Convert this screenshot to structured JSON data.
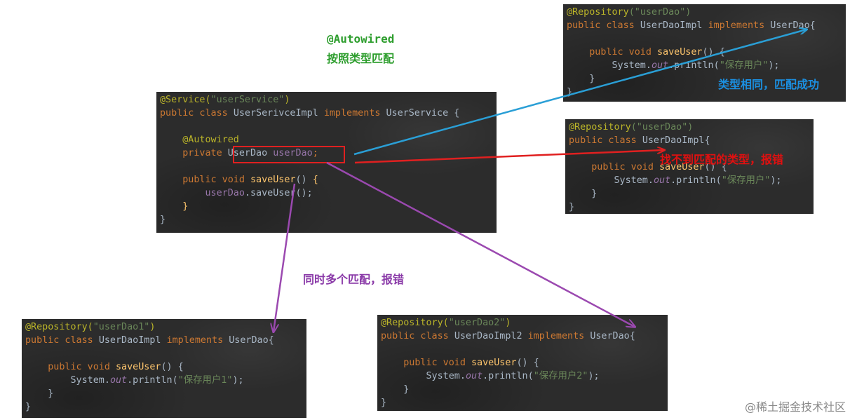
{
  "title": {
    "line1": "@Autowired",
    "line2": "按照类型匹配"
  },
  "labels": {
    "success": "类型相同，匹配成功",
    "not_found": "找不到匹配的类型，报错",
    "multiple": "同时多个匹配，报错"
  },
  "watermark": "@稀土掘金技术社区",
  "colors": {
    "blue_arrow": "#2a9fd6",
    "red_arrow": "#e02020",
    "purple_arrow": "#9b49b0",
    "title_green": "#2e9e2e",
    "success_blue": "#1b8fe0",
    "error_red": "#e01010",
    "multiple_purple": "#8a3aa8"
  },
  "service_code": {
    "l1_ann": "@Service(",
    "l1_str": "\"userService\"",
    "l1_end": ")",
    "l2_kw": "public class ",
    "l2_name": "UserSerivceImpl ",
    "l2_kw2": "implements ",
    "l2_iface": "UserService {",
    "l4_ann": "@Autowired",
    "l5_kw": "private ",
    "l5_type": "UserDao ",
    "l5_field": "userDao",
    "l5_end": ";",
    "l7_kw": "public void ",
    "l7_fn": "saveUser",
    "l7_end": "() ",
    "l7_brace": "{",
    "l8_field": "userDao",
    "l8_rest": ".saveUser();",
    "l9": "}",
    "l10": "}"
  },
  "repo_top": {
    "l1_ann": "@Repository",
    "l1_str": "(\"userDao\")",
    "l2_kw": "public class ",
    "l2_name": "UserDaoImpl ",
    "l2_kw2": "implements ",
    "l2_iface": "UserDao{",
    "l4_kw": "public void ",
    "l4_fn": "saveUser",
    "l4_end": "() {",
    "l5_a": "System.",
    "l5_out": "out",
    "l5_b": ".println(",
    "l5_str": "\"保存用户\"",
    "l5_c": ");",
    "l6": "}",
    "l7": "}"
  },
  "repo_mid": {
    "l1_ann": "@Repository",
    "l1_str": "(\"userDao\")",
    "l2_kw": "public class ",
    "l2_name": "UserDaoImpl{",
    "l4_kw": "public void ",
    "l4_fn": "saveUser",
    "l4_end": "() {",
    "l5_a": "System.",
    "l5_out": "out",
    "l5_b": ".println(",
    "l5_str": "\"保存用户\"",
    "l5_c": ");",
    "l6": "}",
    "l7": "}"
  },
  "repo_1": {
    "l1_ann": "@Repository(",
    "l1_str": "\"userDao1\"",
    "l1_end": ")",
    "l2_kw": "public class ",
    "l2_name": "UserDaoImpl ",
    "l2_kw2": "implements ",
    "l2_iface": "UserDao{",
    "l4_kw": "public void ",
    "l4_fn": "saveUser",
    "l4_end": "() {",
    "l5_a": "System.",
    "l5_out": "out",
    "l5_b": ".println(",
    "l5_str": "\"保存用户1\"",
    "l5_c": ");",
    "l6": "}",
    "l7": "}"
  },
  "repo_2": {
    "l1_ann": "@Repository(",
    "l1_str": "\"userDao2\"",
    "l1_end": ")",
    "l2_kw": "public class ",
    "l2_name": "UserDaoImpl2 ",
    "l2_kw2": "implements ",
    "l2_iface": "UserDao{",
    "l4_kw": "public void ",
    "l4_fn": "saveUser",
    "l4_end": "() {",
    "l5_a": "System.",
    "l5_out": "out",
    "l5_b": ".println(",
    "l5_str": "\"保存用户2\"",
    "l5_c": ");",
    "l6": "}",
    "l7": "}"
  }
}
